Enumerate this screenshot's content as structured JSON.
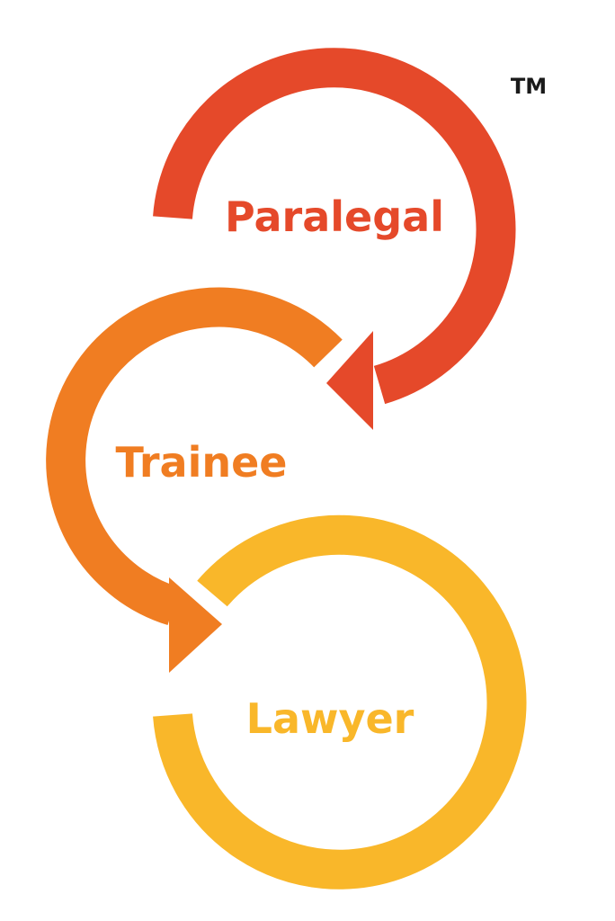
{
  "trademark": "TM",
  "stages": [
    {
      "label": "Paralegal",
      "color": "#E5492A"
    },
    {
      "label": "Trainee",
      "color": "#F07D22"
    },
    {
      "label": "Lawyer",
      "color": "#F9B72A"
    }
  ],
  "text_color": "#1A1A1A",
  "background": "#FFFFFF"
}
